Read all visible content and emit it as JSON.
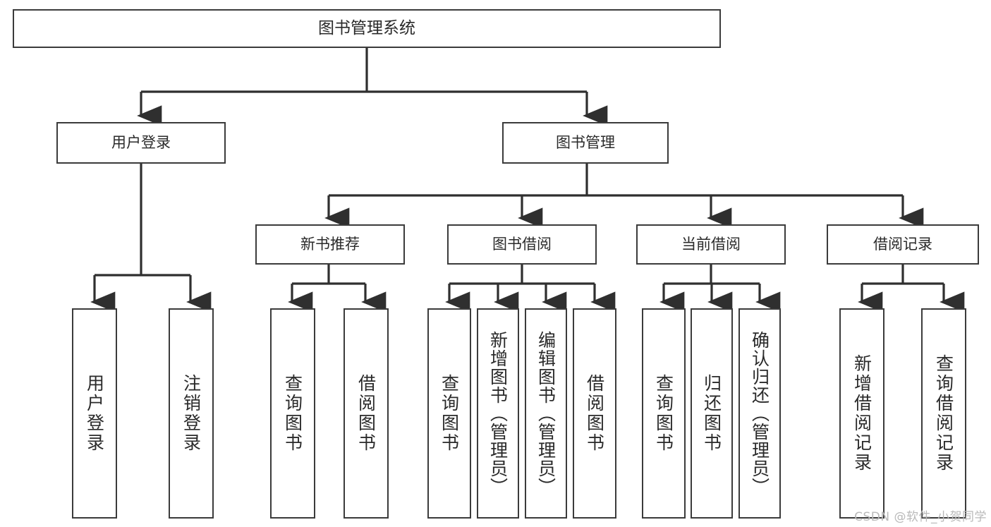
{
  "diagram": {
    "type": "tree",
    "title": "图书管理系统",
    "root": {
      "label": "图书管理系统"
    },
    "level2": [
      {
        "label": "用户登录"
      },
      {
        "label": "图书管理"
      }
    ],
    "level3": [
      {
        "label": "新书推荐"
      },
      {
        "label": "图书借阅"
      },
      {
        "label": "当前借阅"
      },
      {
        "label": "借阅记录"
      }
    ],
    "leaves": {
      "user_login": [
        {
          "label": "用户登录"
        },
        {
          "label": "注销登录"
        }
      ],
      "new_book_recommend": [
        {
          "label": "查询图书"
        },
        {
          "label": "借阅图书"
        }
      ],
      "book_borrow": [
        {
          "label": "查询图书"
        },
        {
          "label": "新增图书（管理员）"
        },
        {
          "label": "编辑图书（管理员）"
        },
        {
          "label": "借阅图书"
        }
      ],
      "current_borrow": [
        {
          "label": "查询图书"
        },
        {
          "label": "归还图书"
        },
        {
          "label": "确认归还（管理员）"
        }
      ],
      "borrow_record": [
        {
          "label": "新增借阅记录"
        },
        {
          "label": "查询借阅记录"
        }
      ]
    }
  },
  "colors": {
    "border": "#3b3b3b",
    "text": "#2a2a2a",
    "connector": "#2f2f2f",
    "background": "#ffffff",
    "watermark": "#b9b9b9"
  },
  "watermark": {
    "text": "CSDN @软件_小贺同学"
  }
}
